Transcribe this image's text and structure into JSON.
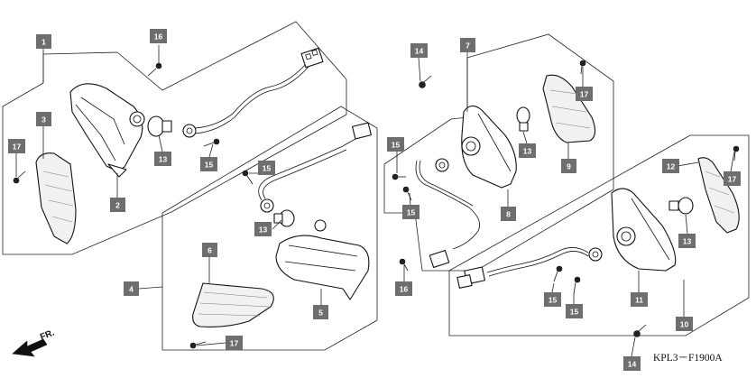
{
  "diagram_code": "KPL3－F1900A",
  "front_arrow_label": "FR.",
  "callouts": {
    "c1": "1",
    "c2": "2",
    "c3": "3",
    "c4": "4",
    "c5": "5",
    "c6": "6",
    "c7": "7",
    "c8": "8",
    "c9": "9",
    "c10": "10",
    "c11": "11",
    "c12": "12",
    "c13a": "13",
    "c13b": "13",
    "c13c": "13",
    "c13d": "13",
    "c14a": "14",
    "c14b": "14",
    "c15a": "15",
    "c15b": "15",
    "c15c": "15",
    "c15d": "15",
    "c15e": "15",
    "c15f": "15",
    "c16a": "16",
    "c16b": "16",
    "c17a": "17",
    "c17b": "17",
    "c17c": "17",
    "c17d": "17"
  },
  "colors": {
    "callout_fill": "#6e6e6e",
    "line": "#222222",
    "background": "#ffffff"
  }
}
